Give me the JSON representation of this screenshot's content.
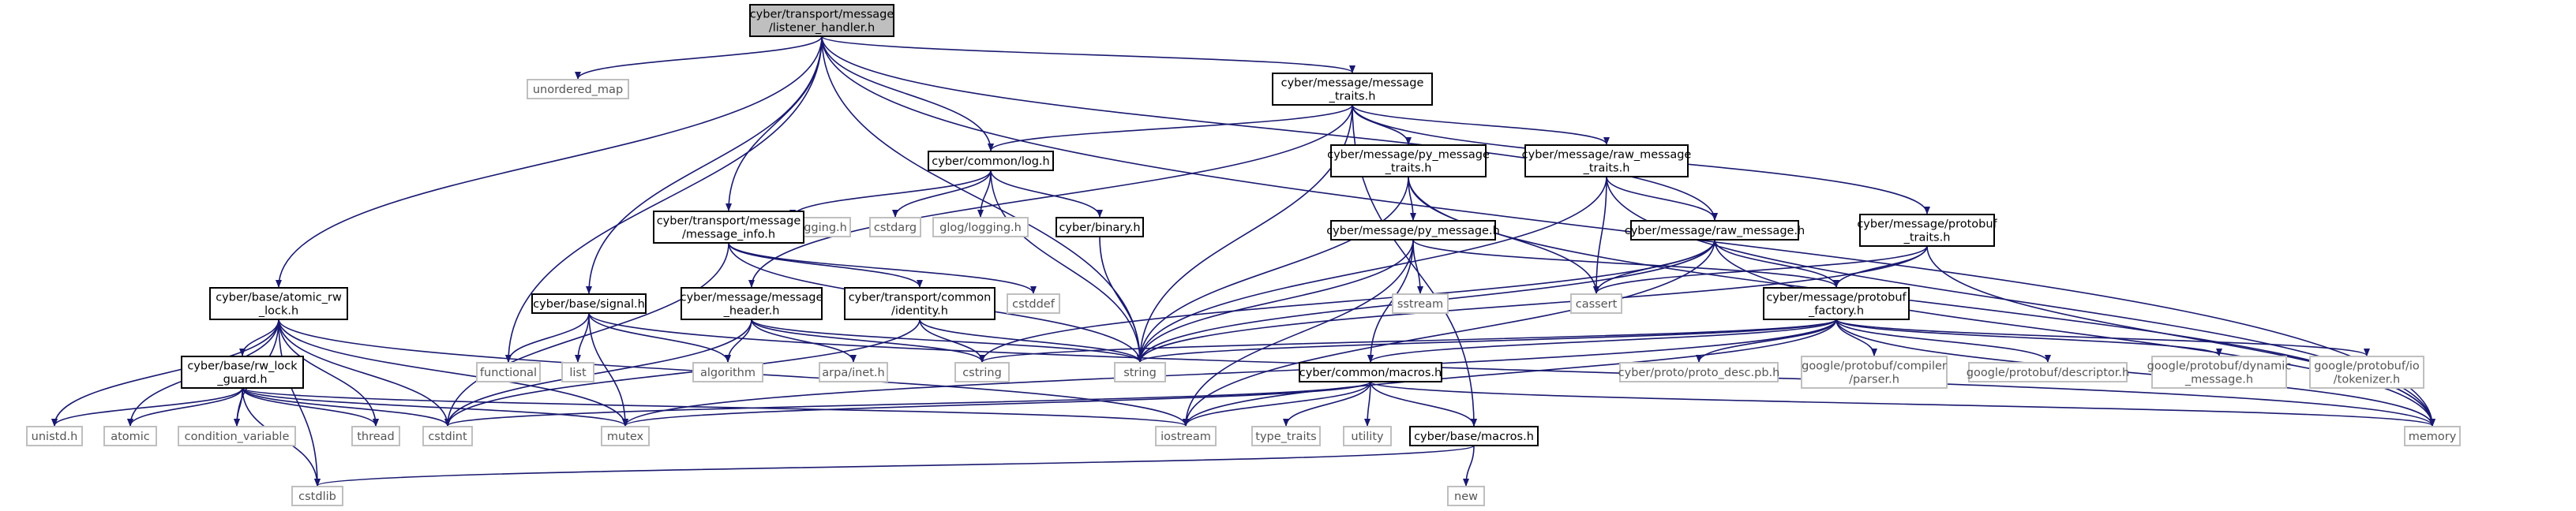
{
  "colors": {
    "edge": "#191970",
    "root_fill": "#bfbfbf",
    "node_stroke": "#000000",
    "leaf_stroke": "#bfbfbf",
    "text": "#000000",
    "leaf_text": "#555555"
  },
  "nodes": [
    {
      "id": "root",
      "kind": "root",
      "lines": [
        "cyber/transport/message",
        "/listener_handler.h"
      ]
    },
    {
      "id": "unordered_map",
      "kind": "leaf",
      "lines": [
        "unordered_map"
      ]
    },
    {
      "id": "mtraits",
      "kind": "internal",
      "lines": [
        "cyber/message/message",
        "_traits.h"
      ]
    },
    {
      "id": "log",
      "kind": "internal",
      "lines": [
        "cyber/common/log.h"
      ]
    },
    {
      "id": "pytraits",
      "kind": "internal",
      "lines": [
        "cyber/message/py_message",
        "_traits.h"
      ]
    },
    {
      "id": "rawtraits",
      "kind": "internal",
      "lines": [
        "cyber/message/raw_message",
        "_traits.h"
      ]
    },
    {
      "id": "glog_raw",
      "kind": "leaf",
      "lines": [
        "glog/raw_logging.h"
      ]
    },
    {
      "id": "cstdarg",
      "kind": "leaf",
      "lines": [
        "cstdarg"
      ]
    },
    {
      "id": "glog_logging",
      "kind": "leaf",
      "lines": [
        "glog/logging.h"
      ]
    },
    {
      "id": "binary",
      "kind": "internal",
      "lines": [
        "cyber/binary.h"
      ]
    },
    {
      "id": "msginfo",
      "kind": "internal",
      "lines": [
        "cyber/transport/message",
        "/message_info.h"
      ]
    },
    {
      "id": "pymsg",
      "kind": "internal",
      "lines": [
        "cyber/message/py_message.h"
      ]
    },
    {
      "id": "rawmsg",
      "kind": "internal",
      "lines": [
        "cyber/message/raw_message.h"
      ]
    },
    {
      "id": "pbtraits",
      "kind": "internal",
      "lines": [
        "cyber/message/protobuf",
        "_traits.h"
      ]
    },
    {
      "id": "atomicrw",
      "kind": "internal",
      "lines": [
        "cyber/base/atomic_rw",
        "_lock.h"
      ]
    },
    {
      "id": "signal",
      "kind": "internal",
      "lines": [
        "cyber/base/signal.h"
      ]
    },
    {
      "id": "msgheader",
      "kind": "internal",
      "lines": [
        "cyber/message/message",
        "_header.h"
      ]
    },
    {
      "id": "identity",
      "kind": "internal",
      "lines": [
        "cyber/transport/common",
        "/identity.h"
      ]
    },
    {
      "id": "cstddef",
      "kind": "leaf",
      "lines": [
        "cstddef"
      ]
    },
    {
      "id": "sstream",
      "kind": "leaf",
      "lines": [
        "sstream"
      ]
    },
    {
      "id": "cassert",
      "kind": "leaf",
      "lines": [
        "cassert"
      ]
    },
    {
      "id": "pbfactory",
      "kind": "internal",
      "lines": [
        "cyber/message/protobuf",
        "_factory.h"
      ]
    },
    {
      "id": "functional",
      "kind": "leaf",
      "lines": [
        "functional"
      ]
    },
    {
      "id": "list",
      "kind": "leaf",
      "lines": [
        "list"
      ]
    },
    {
      "id": "algorithm",
      "kind": "leaf",
      "lines": [
        "algorithm"
      ]
    },
    {
      "id": "arpa",
      "kind": "leaf",
      "lines": [
        "arpa/inet.h"
      ]
    },
    {
      "id": "cstring",
      "kind": "leaf",
      "lines": [
        "cstring"
      ]
    },
    {
      "id": "string",
      "kind": "leaf",
      "lines": [
        "string"
      ]
    },
    {
      "id": "macros",
      "kind": "internal",
      "lines": [
        "cyber/common/macros.h"
      ]
    },
    {
      "id": "protodesc",
      "kind": "leaf",
      "lines": [
        "cyber/proto/proto_desc.pb.h"
      ]
    },
    {
      "id": "gpcparser",
      "kind": "leaf",
      "lines": [
        "google/protobuf/compiler",
        "/parser.h"
      ]
    },
    {
      "id": "gpdesc",
      "kind": "leaf",
      "lines": [
        "google/protobuf/descriptor.h"
      ]
    },
    {
      "id": "gpdyn",
      "kind": "leaf",
      "lines": [
        "google/protobuf/dynamic",
        "_message.h"
      ]
    },
    {
      "id": "gpio",
      "kind": "leaf",
      "lines": [
        "google/protobuf/io",
        "/tokenizer.h"
      ]
    },
    {
      "id": "rwguard",
      "kind": "internal",
      "lines": [
        "cyber/base/rw_lock",
        "_guard.h"
      ]
    },
    {
      "id": "unistd",
      "kind": "leaf",
      "lines": [
        "unistd.h"
      ]
    },
    {
      "id": "atomic",
      "kind": "leaf",
      "lines": [
        "atomic"
      ]
    },
    {
      "id": "condvar",
      "kind": "leaf",
      "lines": [
        "condition_variable"
      ]
    },
    {
      "id": "thread",
      "kind": "leaf",
      "lines": [
        "thread"
      ]
    },
    {
      "id": "cstdint",
      "kind": "leaf",
      "lines": [
        "cstdint"
      ]
    },
    {
      "id": "mutex",
      "kind": "leaf",
      "lines": [
        "mutex"
      ]
    },
    {
      "id": "iostream",
      "kind": "leaf",
      "lines": [
        "iostream"
      ]
    },
    {
      "id": "typetraits",
      "kind": "leaf",
      "lines": [
        "type_traits"
      ]
    },
    {
      "id": "utility",
      "kind": "leaf",
      "lines": [
        "utility"
      ]
    },
    {
      "id": "basemacros",
      "kind": "internal",
      "lines": [
        "cyber/base/macros.h"
      ]
    },
    {
      "id": "memory",
      "kind": "leaf",
      "lines": [
        "memory"
      ]
    },
    {
      "id": "cstdlib",
      "kind": "leaf",
      "lines": [
        "cstdlib"
      ]
    },
    {
      "id": "new",
      "kind": "leaf",
      "lines": [
        "new"
      ]
    }
  ],
  "edges": [
    [
      "root",
      "unordered_map"
    ],
    [
      "root",
      "mtraits"
    ],
    [
      "root",
      "log"
    ],
    [
      "root",
      "msginfo"
    ],
    [
      "root",
      "signal"
    ],
    [
      "root",
      "atomicrw"
    ],
    [
      "root",
      "functional"
    ],
    [
      "root",
      "string"
    ],
    [
      "root",
      "rawmsg"
    ],
    [
      "root",
      "memory"
    ],
    [
      "mtraits",
      "log"
    ],
    [
      "mtraits",
      "pytraits"
    ],
    [
      "mtraits",
      "rawtraits"
    ],
    [
      "mtraits",
      "pbtraits"
    ],
    [
      "mtraits",
      "msgheader"
    ],
    [
      "mtraits",
      "string"
    ],
    [
      "mtraits",
      "basemacros"
    ],
    [
      "log",
      "glog_raw"
    ],
    [
      "log",
      "cstdarg"
    ],
    [
      "log",
      "glog_logging"
    ],
    [
      "log",
      "binary"
    ],
    [
      "log",
      "string"
    ],
    [
      "binary",
      "string"
    ],
    [
      "pytraits",
      "pymsg"
    ],
    [
      "pytraits",
      "cassert"
    ],
    [
      "pytraits",
      "string"
    ],
    [
      "pytraits",
      "memory"
    ],
    [
      "rawtraits",
      "rawmsg"
    ],
    [
      "rawtraits",
      "cassert"
    ],
    [
      "rawtraits",
      "string"
    ],
    [
      "rawtraits",
      "memory"
    ],
    [
      "pymsg",
      "sstream"
    ],
    [
      "pymsg",
      "string"
    ],
    [
      "pymsg",
      "pbfactory"
    ],
    [
      "pymsg",
      "macros"
    ],
    [
      "pymsg",
      "iostream"
    ],
    [
      "rawmsg",
      "cassert"
    ],
    [
      "rawmsg",
      "pbfactory"
    ],
    [
      "rawmsg",
      "string"
    ],
    [
      "rawmsg",
      "memory"
    ],
    [
      "rawmsg",
      "cstring"
    ],
    [
      "rawmsg",
      "iostream"
    ],
    [
      "pbtraits",
      "cassert"
    ],
    [
      "pbtraits",
      "pbfactory"
    ],
    [
      "pbtraits",
      "string"
    ],
    [
      "pbtraits",
      "memory"
    ],
    [
      "msginfo",
      "identity"
    ],
    [
      "msginfo",
      "cstddef"
    ],
    [
      "msginfo",
      "cstdint"
    ],
    [
      "msginfo",
      "string"
    ],
    [
      "identity",
      "cstring"
    ],
    [
      "identity",
      "string"
    ],
    [
      "identity",
      "cstdint"
    ],
    [
      "signal",
      "functional"
    ],
    [
      "signal",
      "list"
    ],
    [
      "signal",
      "algorithm"
    ],
    [
      "signal",
      "mutex"
    ],
    [
      "signal",
      "memory"
    ],
    [
      "msgheader",
      "algorithm"
    ],
    [
      "msgheader",
      "arpa"
    ],
    [
      "msgheader",
      "cstring"
    ],
    [
      "msgheader",
      "string"
    ],
    [
      "msgheader",
      "cstdint"
    ],
    [
      "pbfactory",
      "string"
    ],
    [
      "pbfactory",
      "macros"
    ],
    [
      "pbfactory",
      "protodesc"
    ],
    [
      "pbfactory",
      "gpcparser"
    ],
    [
      "pbfactory",
      "gpdesc"
    ],
    [
      "pbfactory",
      "gpdyn"
    ],
    [
      "pbfactory",
      "gpio"
    ],
    [
      "pbfactory",
      "memory"
    ],
    [
      "pbfactory",
      "mutex"
    ],
    [
      "pbfactory",
      "iostream"
    ],
    [
      "pbfactory",
      "cstring"
    ],
    [
      "macros",
      "cstdint"
    ],
    [
      "macros",
      "iostream"
    ],
    [
      "macros",
      "typetraits"
    ],
    [
      "macros",
      "utility"
    ],
    [
      "macros",
      "basemacros"
    ],
    [
      "macros",
      "memory"
    ],
    [
      "macros",
      "mutex"
    ],
    [
      "basemacros",
      "cstdlib"
    ],
    [
      "basemacros",
      "new"
    ],
    [
      "atomicrw",
      "rwguard"
    ],
    [
      "atomicrw",
      "unistd"
    ],
    [
      "atomicrw",
      "atomic"
    ],
    [
      "atomicrw",
      "condvar"
    ],
    [
      "atomicrw",
      "thread"
    ],
    [
      "atomicrw",
      "cstdint"
    ],
    [
      "atomicrw",
      "mutex"
    ],
    [
      "atomicrw",
      "iostream"
    ],
    [
      "atomicrw",
      "cstdlib"
    ],
    [
      "rwguard",
      "unistd"
    ],
    [
      "rwguard",
      "atomic"
    ],
    [
      "rwguard",
      "condvar"
    ],
    [
      "rwguard",
      "thread"
    ],
    [
      "rwguard",
      "cstdint"
    ],
    [
      "rwguard",
      "mutex"
    ],
    [
      "rwguard",
      "iostream"
    ],
    [
      "rwguard",
      "cstdlib"
    ]
  ]
}
